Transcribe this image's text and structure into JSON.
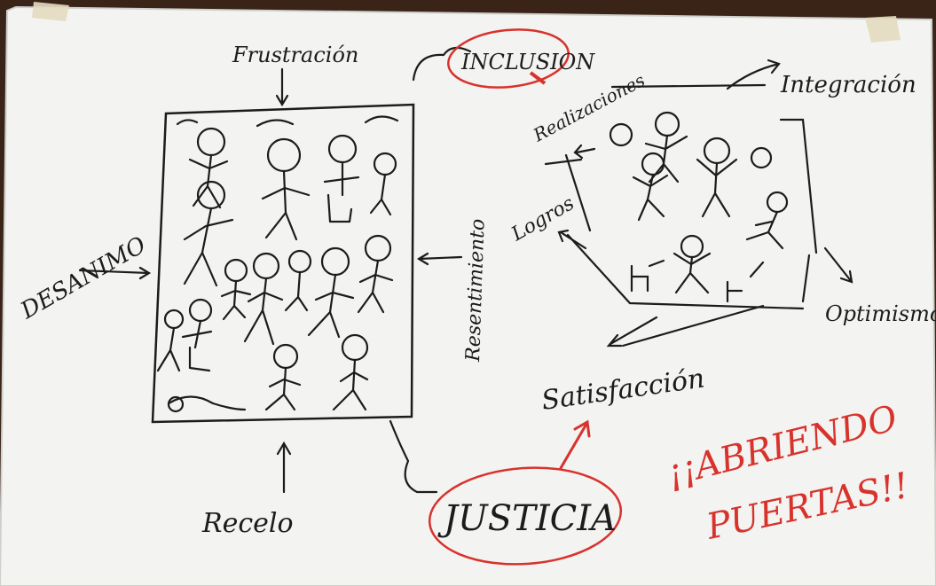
{
  "labels": {
    "top": "Frustración",
    "left": "DESANIMO",
    "right_vertical": "Resentimiento",
    "bottom": "Recelo",
    "inclusion": "INCLUSION",
    "justicia": "JUSTICIA",
    "realizaciones": "Realizaciones",
    "integracion": "Integración",
    "logros": "Logros",
    "optimismo": "Optimismo",
    "satisfaccion": "Satisfacción",
    "slogan_line1": "¡¡ABRIENDO",
    "slogan_line2": "PUERTAS!!"
  },
  "colors": {
    "ink": "#1c1c1c",
    "red_marker": "#d8322c",
    "paper": "#f4f4f2",
    "background": "#3a2418"
  }
}
